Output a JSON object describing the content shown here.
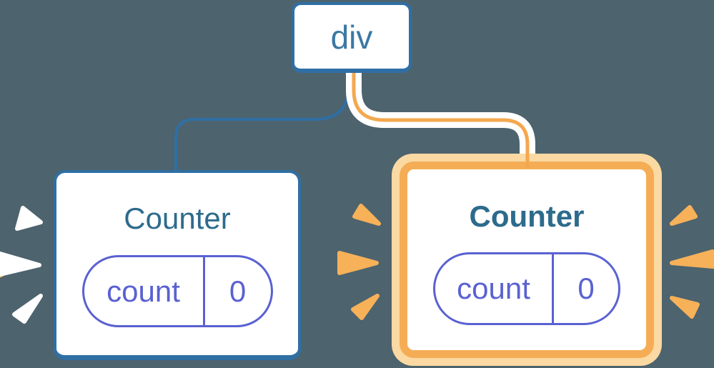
{
  "diagram": {
    "root_node": {
      "label": "div"
    },
    "left_counter": {
      "title": "Counter",
      "state_key": "count",
      "state_value": "0"
    },
    "right_counter": {
      "title": "Counter",
      "state_key": "count",
      "state_value": "0"
    }
  },
  "colors": {
    "background": "#4d636e",
    "blue_stroke": "#2f6fa4",
    "title_blue": "#2d6b8c",
    "div_label_blue": "#3a78a3",
    "state_indigo": "#5a61d2",
    "highlight_orange": "#f5ad55",
    "highlight_orange_light": "#fbd9a2",
    "connector_orange": "#f4a84e",
    "ray_orange": "#f7b159",
    "ray_white": "#ffffff"
  }
}
